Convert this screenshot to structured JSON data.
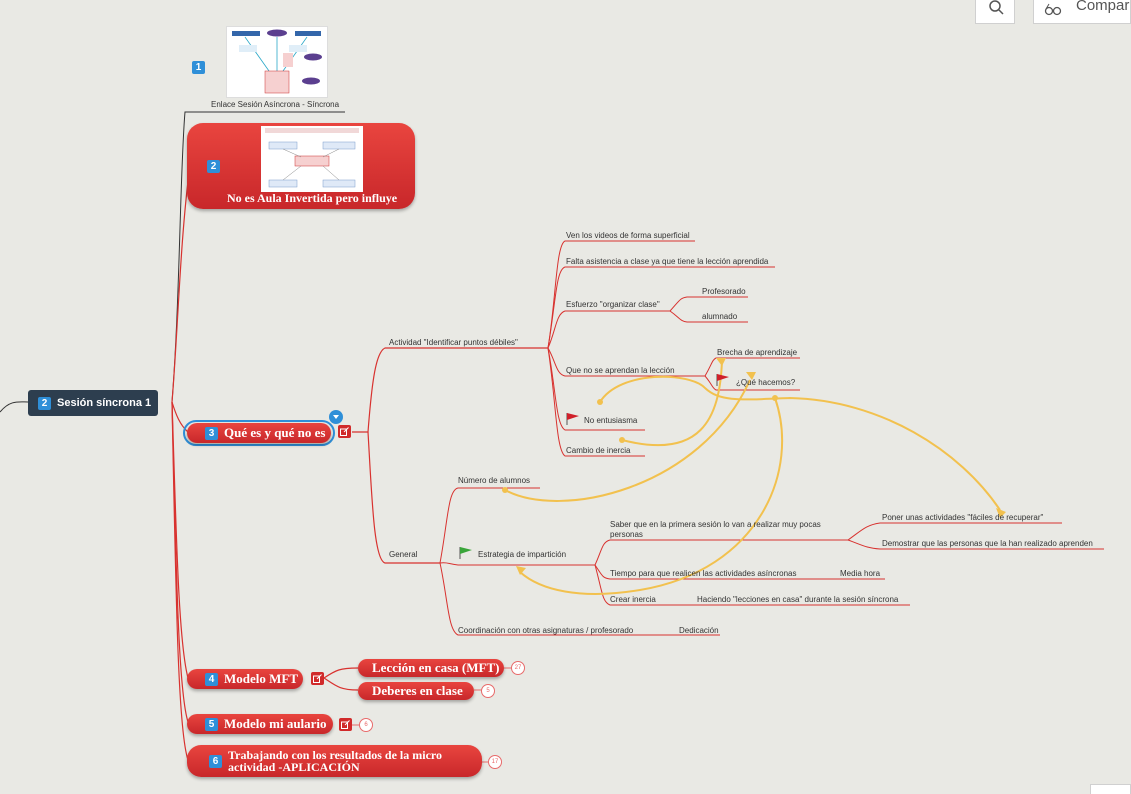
{
  "toolbar": {
    "share_label": "Compar"
  },
  "root": {
    "num": "2",
    "label": "Sesión síncrona 1"
  },
  "node1": {
    "num": "1",
    "caption": "Enlace Sesión Asíncrona - Síncrona"
  },
  "node2": {
    "num": "2",
    "label": "No es Aula Invertida pero influye"
  },
  "node3": {
    "num": "3",
    "label": "Qué es y qué no es"
  },
  "branch_actividad": {
    "label": "Actividad \"Identificar puntos débiles\"",
    "items": [
      "Ven los videos de forma superficial",
      "Falta asistencia a clase ya que tiene la lección aprendida",
      "Esfuerzo \"organizar clase\"",
      "Que no se aprendan la lección",
      "No entusiasma",
      "Cambio de inercia"
    ],
    "esfuerzo_children": [
      "Profesorado",
      "alumnado"
    ],
    "leccion_children": [
      "Brecha de aprendizaje",
      "¿Qué hacemos?"
    ]
  },
  "branch_general": {
    "label": "General",
    "items": [
      "Número de alumnos",
      "Estrategia de impartición",
      "Coordinación con otras asignaturas / profesorado"
    ],
    "estrategia_children": [
      "Saber que en la primera sesión lo van a realizar muy pocas",
      "personas",
      "Tiempo para que realicen las actividades asíncronas",
      "Crear inercia"
    ],
    "saber_children": [
      "Poner unas actividades \"fáciles de recuperar\"",
      "Demostrar que las personas que la han realizado aprenden"
    ],
    "tiempo_child": "Media hora",
    "inercia_child": "Haciendo \"lecciones en casa\" durante la sesión síncrona",
    "coordinacion_child": "Dedicación"
  },
  "node4": {
    "num": "4",
    "label": "Modelo MFT",
    "children": [
      {
        "label": "Lección en casa (MFT)",
        "count": "27"
      },
      {
        "label": "Deberes en clase",
        "count": "5"
      }
    ]
  },
  "node5": {
    "num": "5",
    "label": "Modelo mi aulario",
    "count": "6"
  },
  "node6": {
    "num": "6",
    "label_line1": "Trabajando con los resultados de la micro",
    "label_line2": "actividad -APLICACIÓN",
    "count": "17"
  },
  "colors": {
    "red": "#d8322f",
    "blue": "#2f8fd8",
    "root_bg": "#2d3e4f",
    "arrow": "#f2c14e",
    "flag_red": "#d0202a",
    "flag_green": "#3aa63a"
  }
}
